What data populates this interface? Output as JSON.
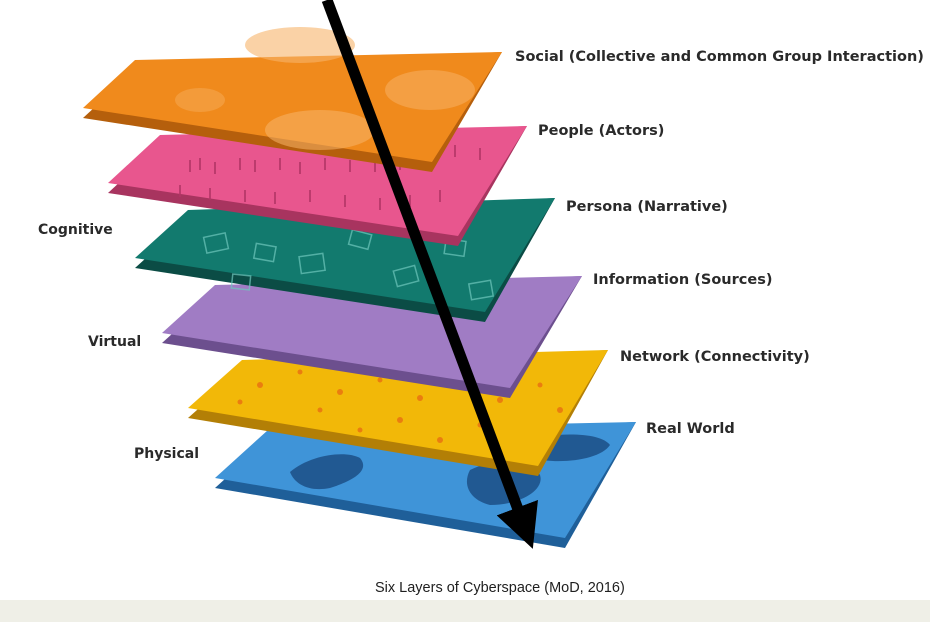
{
  "diagram": {
    "layers": [
      {
        "label": "Social (Collective and Common Group Interaction)",
        "color": "#f08a1c"
      },
      {
        "label": "People (Actors)",
        "color": "#e8568e"
      },
      {
        "label": "Persona (Narrative)",
        "color": "#127a6e"
      },
      {
        "label": "Information (Sources)",
        "color": "#a07cc4"
      },
      {
        "label": "Network (Connectivity)",
        "color": "#f2b808"
      },
      {
        "label": "Real World",
        "color": "#3f94d8"
      }
    ],
    "groups": {
      "cognitive": "Cognitive",
      "virtual": "Virtual",
      "physical": "Physical"
    },
    "caption": "Six Layers of Cyberspace (MoD, 2016)"
  }
}
